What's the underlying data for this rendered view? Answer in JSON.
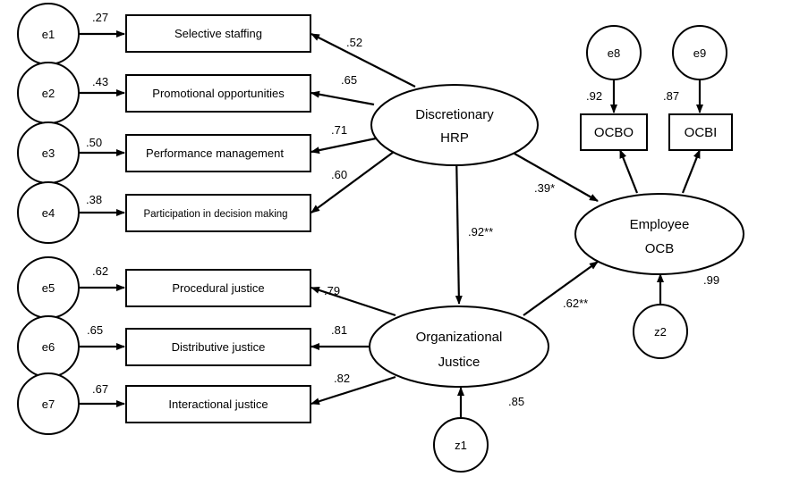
{
  "errors": {
    "e1": "e1",
    "e2": "e2",
    "e3": "e3",
    "e4": "e4",
    "e5": "e5",
    "e6": "e6",
    "e7": "e7",
    "e8": "e8",
    "e9": "e9"
  },
  "disturbances": {
    "z1": "z1",
    "z2": "z2"
  },
  "indicators": {
    "selective_staffing": "Selective staffing",
    "promotional_opportunities": "Promotional opportunities",
    "performance_management": "Performance management",
    "participation": "Participation in decision making",
    "procedural_justice": "Procedural justice",
    "distributive_justice": "Distributive justice",
    "interactional_justice": "Interactional justice",
    "ocbo": "OCBO",
    "ocbi": "OCBI"
  },
  "latents": {
    "hrp": [
      "Discretionary",
      "HRP"
    ],
    "oj": [
      "Organizational",
      "Justice"
    ],
    "ocb": [
      "Employee",
      "OCB"
    ]
  },
  "coefficients": {
    "e1": ".27",
    "e2": ".43",
    "e3": ".50",
    "e4": ".38",
    "e5": ".62",
    "e6": ".65",
    "e7": ".67",
    "e8": ".92",
    "e9": ".87",
    "hrp_staffing": ".52",
    "hrp_promo": ".65",
    "hrp_perf": ".71",
    "hrp_part": ".60",
    "oj_proc": ".79",
    "oj_dist": ".81",
    "oj_inter": ".82",
    "hrp_oj": ".92**",
    "hrp_ocb": ".39*",
    "oj_ocb": ".62**",
    "r2_oj": ".85",
    "r2_ocb": ".99"
  }
}
